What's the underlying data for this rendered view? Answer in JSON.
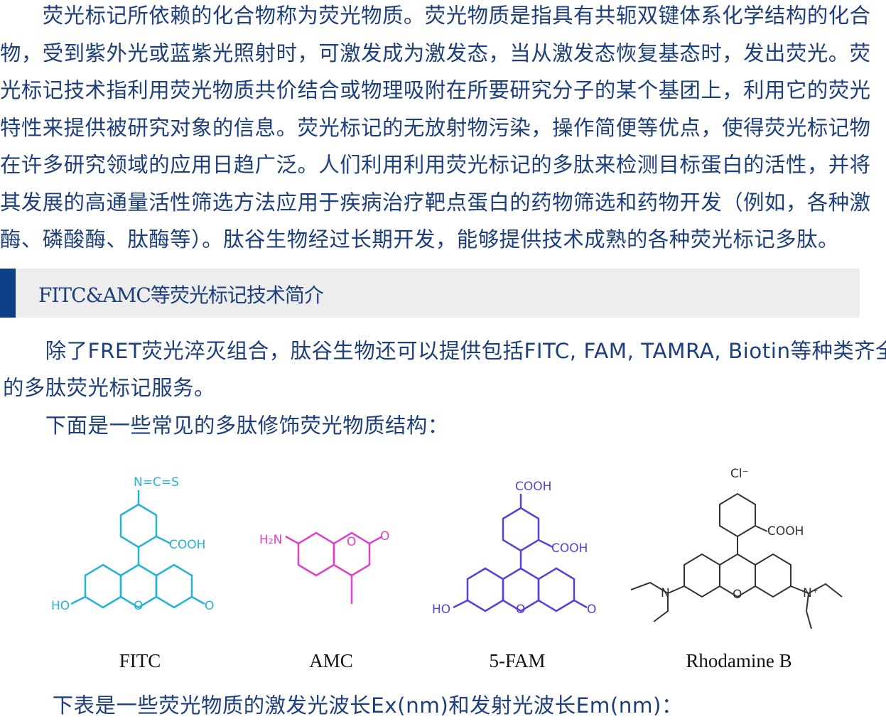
{
  "intro_lines": [
    "　　荧光标记所依赖的化合物称为荧光物质。荧光物质是指具有共轭双键体系化学结构的化合",
    "物，受到紫外光或蓝紫光照射时，可激发成为激发态，当从激发态恢复基态时，发出荧光。荧",
    "光标记技术指利用荧光物质共价结合或物理吸附在所要研究分子的某个基团上，利用它的荧光",
    "特性来提供被研究对象的信息。荧光标记的无放射物污染，操作简便等优点，使得荧光标记物",
    "在许多研究领域的应用日趋广泛。人们利用利用荧光标记的多肽来检测目标蛋白的活性，并将",
    "其发展的高通量活性筛选方法应用于疾病治疗靶点蛋白的药物筛选和药物开发（例如，各种激",
    "酶、磷酸酶、肽酶等）。肽谷生物经过长期开发，能够提供技术成熟的各种荧光标记多肽。"
  ],
  "section_title": "FITC&AMC等荧光标记技术简介",
  "para2_lines": [
    "　　除了FRET荧光淬灭组合，肽谷生物还可以提供包括FITC, FAM, TAMRA, Biotin等种类齐全",
    "的多肽荧光标记服务。"
  ],
  "para3": "　　下面是一些常见的多肽修饰荧光物质结构：",
  "structures": [
    {
      "name": "FITC",
      "labels": [
        "N=C=S",
        "COOH",
        "HO",
        "O",
        "O"
      ]
    },
    {
      "name": "AMC",
      "labels": [
        "H2N",
        "O",
        "O"
      ]
    },
    {
      "name": "5-FAM",
      "labels": [
        "COOH",
        "COOH",
        "HO",
        "O",
        "O"
      ]
    },
    {
      "name": "Rhodamine B",
      "labels": [
        "Cl⁻",
        "COOH",
        "N",
        "N⁺",
        "O"
      ]
    }
  ],
  "para4": "　　下表是一些荧光物质的激发光波长Ex(nm)和发射光波长Em(nm)：",
  "colors": {
    "text": "#1d3f7c",
    "accent": "#0f3f86",
    "fitc": "#25b3d4",
    "amc": "#e040c8",
    "fam": "#5a3fd8",
    "rhodamine": "#333333"
  }
}
